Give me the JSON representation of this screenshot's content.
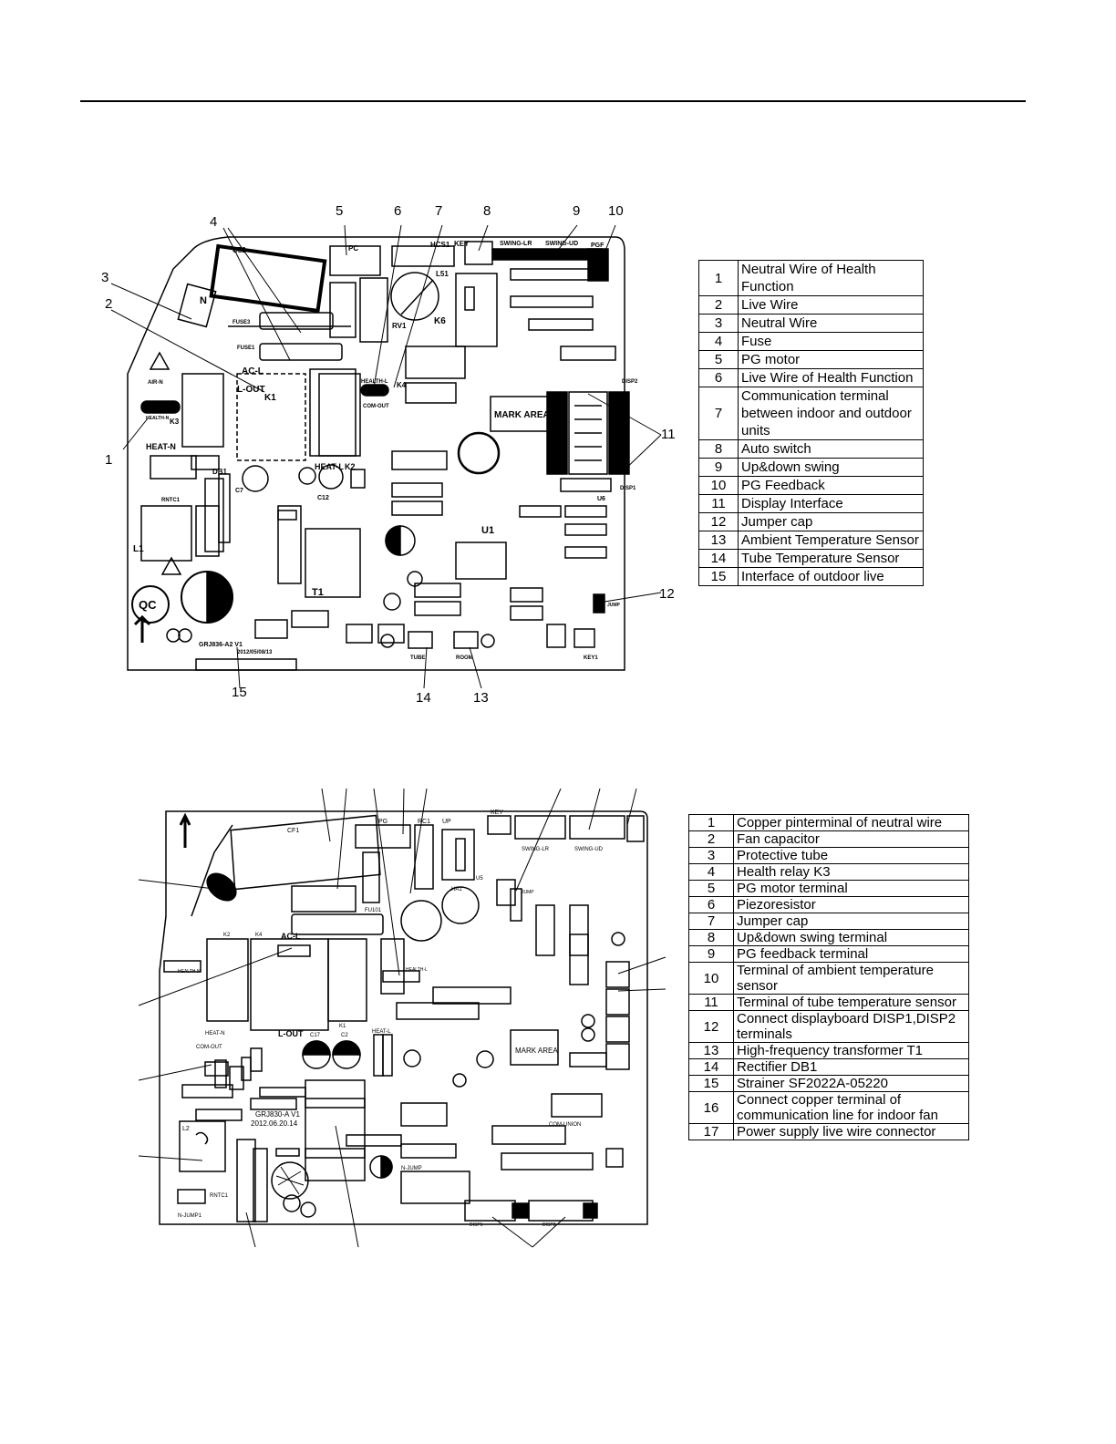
{
  "board1": {
    "callouts": [
      "1",
      "2",
      "3",
      "4",
      "5",
      "6",
      "7",
      "8",
      "9",
      "10",
      "11",
      "12",
      "13",
      "14",
      "15"
    ],
    "legend": [
      {
        "num": "1",
        "label": "Neutral Wire of Health Function"
      },
      {
        "num": "2",
        "label": "Live Wire"
      },
      {
        "num": "3",
        "label": "Neutral Wire"
      },
      {
        "num": "4",
        "label": "Fuse"
      },
      {
        "num": "5",
        "label": "PG motor"
      },
      {
        "num": "6",
        "label": "Live Wire of Health Function"
      },
      {
        "num": "7",
        "label": "Communication terminal between indoor and outdoor units"
      },
      {
        "num": "8",
        "label": "Auto switch"
      },
      {
        "num": "9",
        "label": "Up&down swing"
      },
      {
        "num": "10",
        "label": "PG Feedback"
      },
      {
        "num": "11",
        "label": "Display Interface"
      },
      {
        "num": "12",
        "label": "Jumper cap"
      },
      {
        "num": "13",
        "label": "Ambient Temperature Sensor"
      },
      {
        "num": "14",
        "label": "Tube Temperature Sensor"
      },
      {
        "num": "15",
        "label": "Interface of outdoor live"
      }
    ],
    "silkscreen": {
      "c52": "C52",
      "pc": "PC",
      "hcs1": "HCS1",
      "key": "KEY",
      "swing_lr": "SWING-LR",
      "swing_ud": "SWING-UD",
      "pgf": "PGF",
      "n": "N",
      "fuse3": "FUSE3",
      "fuse1": "FUSE1",
      "k1": "K1",
      "l_out": "L-OUT",
      "ac_l": "AC-L",
      "k6": "K6",
      "l51": "L51",
      "rv1": "RV1",
      "k4": "K4",
      "health_l": "HEALTH-L",
      "com_out": "COM-OUT",
      "mark_area": "MARK AREA",
      "k3": "K3",
      "heat_n": "HEAT-N",
      "heat_l": "HEAT-L",
      "k2": "K2",
      "db1": "DB1",
      "rntc1": "RNTC1",
      "l1": "L1",
      "t1": "T1",
      "u1": "U1",
      "qc": "QC",
      "part_no": "GRJ836-A2 V1",
      "date": "2012/05/08/13",
      "tube": "TUBE",
      "room": "ROOM",
      "key1": "KEY1",
      "health_n": "HEALTH-N",
      "air_n": "AIR-N",
      "u6": "U6",
      "disp1": "DISP1",
      "disp2": "DISP2",
      "jump": "JUMP",
      "c7": "C7",
      "c12": "C12"
    }
  },
  "board2": {
    "legend": [
      {
        "num": "1",
        "label": "Copper pinterminal of neutral wire"
      },
      {
        "num": "2",
        "label": "Fan capacitor"
      },
      {
        "num": "3",
        "label": "Protective tube"
      },
      {
        "num": "4",
        "label": "Health relay K3"
      },
      {
        "num": "5",
        "label": "PG motor terminal"
      },
      {
        "num": "6",
        "label": "Piezoresistor"
      },
      {
        "num": "7",
        "label": "Jumper cap"
      },
      {
        "num": "8",
        "label": "Up&down swing terminal"
      },
      {
        "num": "9",
        "label": "PG feedback terminal"
      },
      {
        "num": "10",
        "label": "Terminal of ambient temperature sensor"
      },
      {
        "num": "11",
        "label": "Terminal of tube temperature sensor"
      },
      {
        "num": "12",
        "label": "Connect displayboard DISP1,DISP2 terminals"
      },
      {
        "num": "13",
        "label": "High-frequency transformer T1"
      },
      {
        "num": "14",
        "label": "Rectifier DB1"
      },
      {
        "num": "15",
        "label": "Strainer SF2022A-05220"
      },
      {
        "num": "16",
        "label": "Connect copper terminal of communication line for indoor fan"
      },
      {
        "num": "17",
        "label": "Power supply live wire connector"
      }
    ],
    "silkscreen": {
      "cf1": "CF1",
      "pg": "PG",
      "rc1": "RC1",
      "up": "UP",
      "key": "KEY",
      "swing_lr": "SWING-LR",
      "swing_ud": "SWING-UD",
      "fuse1": "FU101",
      "ac_l": "AC-L",
      "k2": "K2",
      "k4": "K4",
      "l_out": "L-OUT",
      "health_n": "HEALTH-N",
      "health_l": "HEALTH-L",
      "heat_n": "HEAT-N",
      "heat_l": "HEAT-L",
      "com_out": "COM-OUT",
      "mark_area": "MARK AREA",
      "part_no": "GRJ830-A V1",
      "date": "2012.06.20.14",
      "n_jump": "N-JUMP",
      "n_jump1": "N-JUMP1",
      "l2": "L2",
      "rntc1": "RNTC1",
      "com_union": "COM-UNION",
      "disp1": "DISP1",
      "disp2": "DISP2",
      "ha1": "HA1",
      "c17": "C17",
      "c2": "C2",
      "jump": "JUMP",
      "k1": "K1",
      "u5": "U5"
    }
  }
}
